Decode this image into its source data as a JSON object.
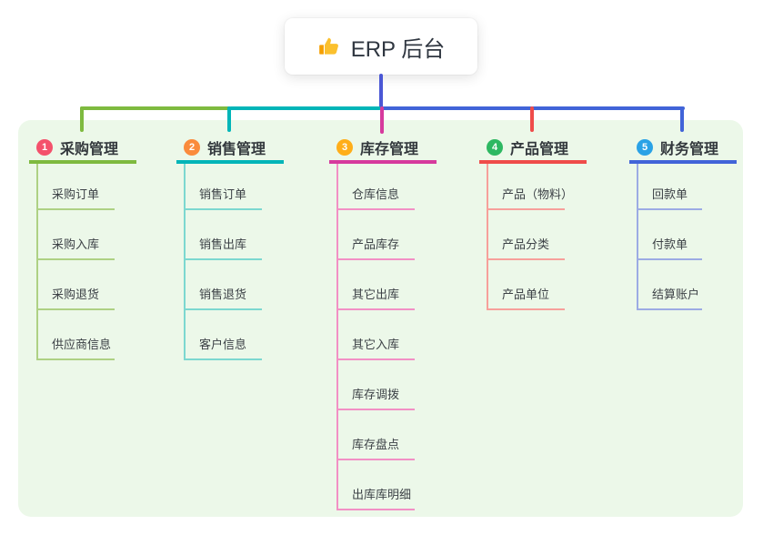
{
  "canvas": {
    "background": "#ffffff",
    "panel_background": "#ecf8e9",
    "root_line_color": "#4a57d5"
  },
  "root": {
    "label": "ERP 后台",
    "icon": "thumbs-up",
    "background": "#ffffff",
    "text_color": "#2f3640"
  },
  "branches": [
    {
      "number": "1",
      "label": "采购管理",
      "color": "#7eba3f",
      "light_color": "#aed184",
      "badge_color": "#f4516c",
      "children": [
        "采购订单",
        "采购入库",
        "采购退货",
        "供应商信息"
      ]
    },
    {
      "number": "2",
      "label": "销售管理",
      "color": "#00b5b8",
      "light_color": "#7cd8d0",
      "badge_color": "#fa8b3c",
      "children": [
        "销售订单",
        "销售出库",
        "销售退货",
        "客户信息"
      ]
    },
    {
      "number": "3",
      "label": "库存管理",
      "color": "#d63a9d",
      "light_color": "#f290c5",
      "badge_color": "#ffae19",
      "children": [
        "仓库信息",
        "产品库存",
        "其它出库",
        "其它入库",
        "库存调拨",
        "库存盘点",
        "出库库明细"
      ]
    },
    {
      "number": "4",
      "label": "产品管理",
      "color": "#ef4c4a",
      "light_color": "#f7a09b",
      "badge_color": "#2eb862",
      "children": [
        "产品（物料）",
        "产品分类",
        "产品单位"
      ]
    },
    {
      "number": "5",
      "label": "财务管理",
      "color": "#4164d8",
      "light_color": "#9cabe4",
      "badge_color": "#2aa2e6",
      "children": [
        "回款单",
        "付款单",
        "结算账户"
      ]
    }
  ]
}
